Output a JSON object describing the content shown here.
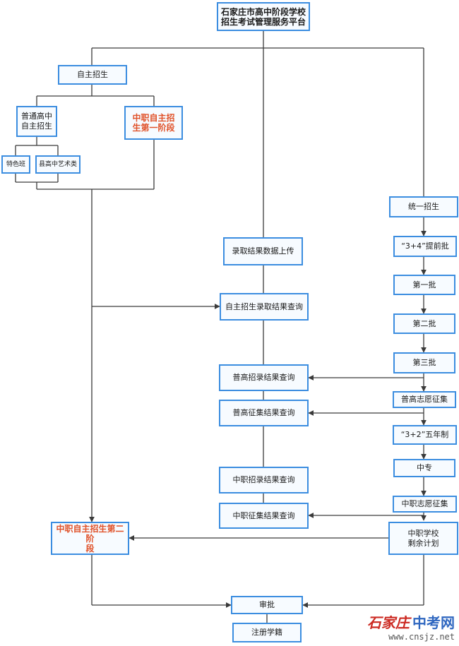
{
  "nodes": {
    "platform": "石家庄市高中阶段学校\n招生考试管理服务平台",
    "zizhu": "自主招生",
    "putong": "普通高中\n自主招生",
    "zhongzhi1": "中职自主招\n生第一阶段",
    "tese": "特色班",
    "xianyi": "县高中艺术类",
    "tongyi": "统一招生",
    "lubao": "录取结果数据上传",
    "tiqian": "“3+4”提前批",
    "zzcx": "自主招生录取结果查询",
    "diyi": "第一批",
    "dier": "第二批",
    "pgcx": "普高招录结果查询",
    "disan": "第三批",
    "pgzyzj": "普高志愿征集",
    "pgzjcx": "普高征集结果查询",
    "wunian": "“3+2”五年制",
    "zhongzhuan": "中专",
    "zzzlcx": "中职招录结果查询",
    "zzzyzj": "中职志愿征集",
    "zzzjcx": "中职征集结果查询",
    "zzsy": "中职学校\n剩余计划",
    "zhongzhi2": "中职自主招生第二阶\n段",
    "shenpi": "审批",
    "zhuce": "注册学籍"
  },
  "watermark": {
    "brand": "石家庄",
    "name": "中考网",
    "url": "www.cnsjz.net"
  },
  "colors": {
    "box_border": "#3b8de0",
    "box_fill": "#f7fbff",
    "line": "#3a3a3a",
    "highlight": "#e0522a"
  }
}
